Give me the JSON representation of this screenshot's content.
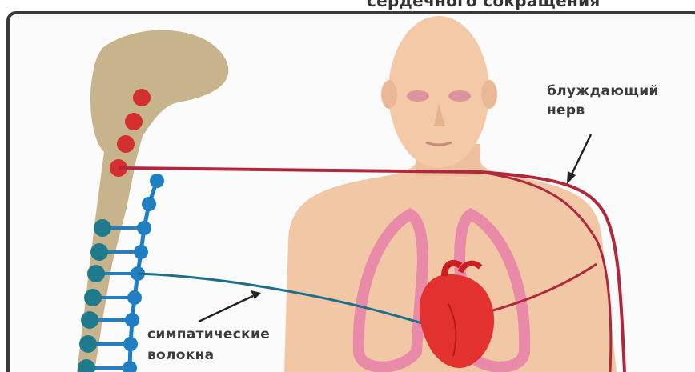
{
  "title_fragment": "сердечного сокращения",
  "labels": {
    "vagus_line1": "блуждающий",
    "vagus_line2": "нерв",
    "sympathetic_line1": "симпатические",
    "sympathetic_line2": "волокна"
  },
  "colors": {
    "spine": "#c8b48c",
    "parasympathetic_nodes": "#d32f2f",
    "sympathetic_chain": "#1f7fc2",
    "sympathetic_ganglia": "#1f7a8c",
    "vagus_nerve": "#b0283c",
    "sympathetic_fiber": "#1b6f8a",
    "skin": "#f1c7a6",
    "lungs": "#e98aa8",
    "heart": "#e2312f"
  }
}
